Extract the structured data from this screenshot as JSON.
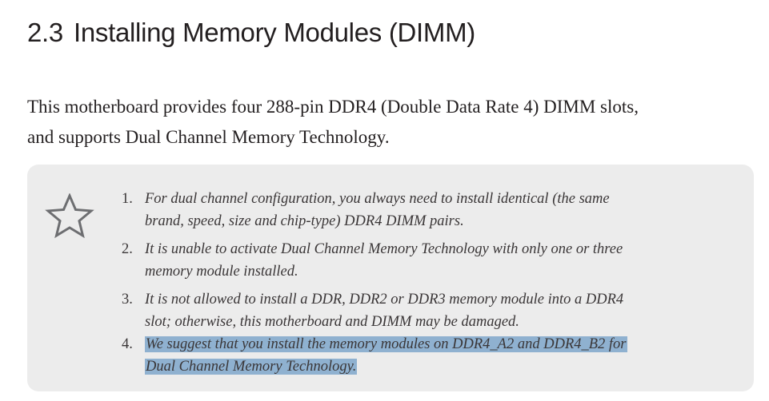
{
  "section": {
    "number": "2.3",
    "title": "Installing Memory Modules (DIMM)"
  },
  "intro": {
    "lines": [
      "This motherboard provides four 288-pin DDR4 (Double Data Rate 4) DIMM slots,",
      "and supports Dual Channel Memory Technology."
    ]
  },
  "note": {
    "icon": "star-icon",
    "items": [
      {
        "number": "1.",
        "lines": [
          "For dual channel configuration, you always need to install identical (the same",
          "brand, speed, size and chip-type) DDR4 DIMM pairs."
        ]
      },
      {
        "number": "2.",
        "lines": [
          "It is unable to activate Dual Channel Memory Technology with only one or three",
          "memory module installed."
        ]
      },
      {
        "number": "3.",
        "lines": [
          "It is not allowed to install a DDR, DDR2 or DDR3 memory module into a DDR4",
          "slot; otherwise, this motherboard and DIMM may be damaged."
        ]
      },
      {
        "number": "4.",
        "lines": [
          "We suggest that you install the memory modules on DDR4_A2 and DDR4_B2 for",
          "Dual Channel Memory Technology."
        ]
      }
    ]
  },
  "colors": {
    "text": "#231f20",
    "note_background": "#ececec",
    "star_stroke": "#6d6e71",
    "selection_highlight": "#8fb1d0"
  }
}
